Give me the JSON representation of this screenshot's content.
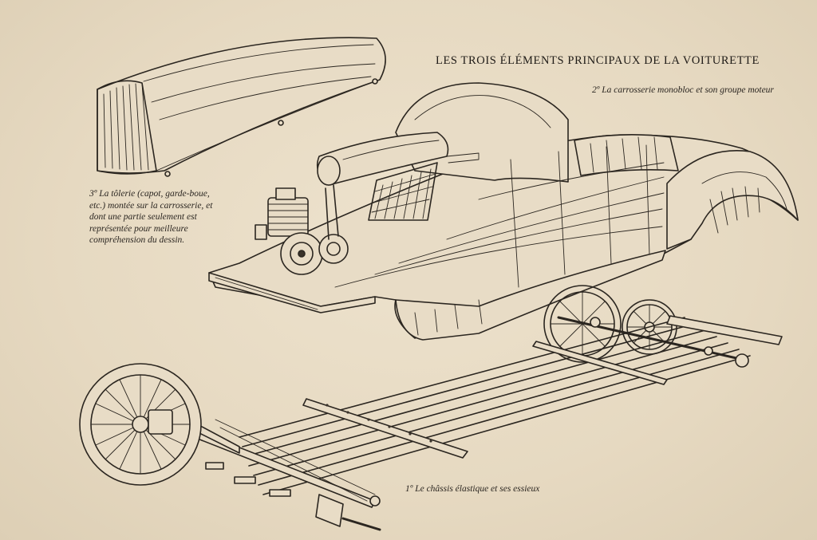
{
  "page": {
    "title": "LES TROIS ÉLÉMENTS PRINCIPAUX DE LA VOITURETTE",
    "captions": {
      "body": "2º La carrosserie monobloc et son groupe moteur",
      "tolerie": "3º La tôlerie (capot, garde-boue, etc.) montée sur la carrosserie, et dont une partie seulement est représentée pour meilleure compréhension du dessin.",
      "chassis": "1º Le châssis élastique et ses essieux"
    }
  },
  "colors": {
    "paper": "#e8dcc6",
    "ink": "#2b2620"
  },
  "illustration": {
    "parts": [
      "hood-cover",
      "car-body",
      "engine",
      "front-wheel",
      "rear-wheel",
      "chassis-frame",
      "axles"
    ]
  }
}
